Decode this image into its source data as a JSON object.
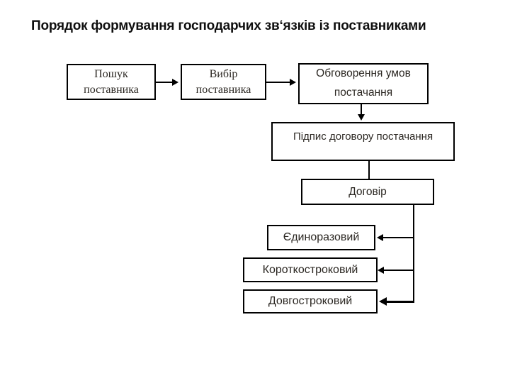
{
  "title": "Порядок формування господарчих зв‘язків із поставниками",
  "colors": {
    "background": "#ffffff",
    "box_border": "#000000",
    "box_text": "#2b2722",
    "title_text": "#0f0f0f",
    "connector": "#000000"
  },
  "steps": {
    "search": {
      "lines": [
        "Пошук",
        "поставника"
      ]
    },
    "select": {
      "lines": [
        "Вибір",
        "поставника"
      ]
    },
    "discuss": {
      "lines": [
        "Обговорення умов",
        "постачання"
      ]
    },
    "sign": {
      "label": "Підпис договору постачання"
    },
    "contract": {
      "label": "Договір"
    },
    "contract_types": [
      {
        "label": "Єдиноразовий"
      },
      {
        "label": "Короткостроковий"
      },
      {
        "label": "Довгостроковий"
      }
    ]
  }
}
